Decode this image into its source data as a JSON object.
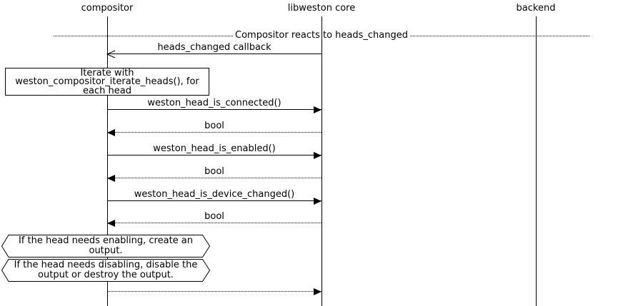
{
  "diagram": {
    "participants": [
      {
        "label": "compositor"
      },
      {
        "label": "libweston core"
      },
      {
        "label": "backend"
      }
    ],
    "divider_label": "Compositor reacts to heads_changed",
    "note_box": {
      "line1": "Iterate with",
      "line2": "weston_compositor_iterate_heads(), for",
      "line3": "each head"
    },
    "messages": [
      {
        "label": "heads_changed callback",
        "from": "libweston core",
        "to": "compositor",
        "style": "solid-open-arrow"
      },
      {
        "label": "weston_head_is_connected()",
        "from": "compositor",
        "to": "libweston core",
        "style": "solid-filled-arrow"
      },
      {
        "label": "bool",
        "from": "libweston core",
        "to": "compositor",
        "style": "dotted-filled-arrow"
      },
      {
        "label": "weston_head_is_enabled()",
        "from": "compositor",
        "to": "libweston core",
        "style": "solid-filled-arrow"
      },
      {
        "label": "bool",
        "from": "libweston core",
        "to": "compositor",
        "style": "dotted-filled-arrow"
      },
      {
        "label": "weston_head_is_device_changed()",
        "from": "compositor",
        "to": "libweston core",
        "style": "solid-filled-arrow"
      },
      {
        "label": "bool",
        "from": "libweston core",
        "to": "compositor",
        "style": "dotted-filled-arrow"
      },
      {
        "label": "",
        "from": "compositor",
        "to": "libweston core",
        "style": "dotted-filled-arrow"
      }
    ],
    "hex_notes": [
      {
        "line1": "If the head needs enabling, create an",
        "line2": "output."
      },
      {
        "line1": "If the head needs disabling, disable the",
        "line2": "output or destroy the output."
      }
    ],
    "colors": {
      "line": "#000000",
      "background": "#ffffff"
    }
  }
}
